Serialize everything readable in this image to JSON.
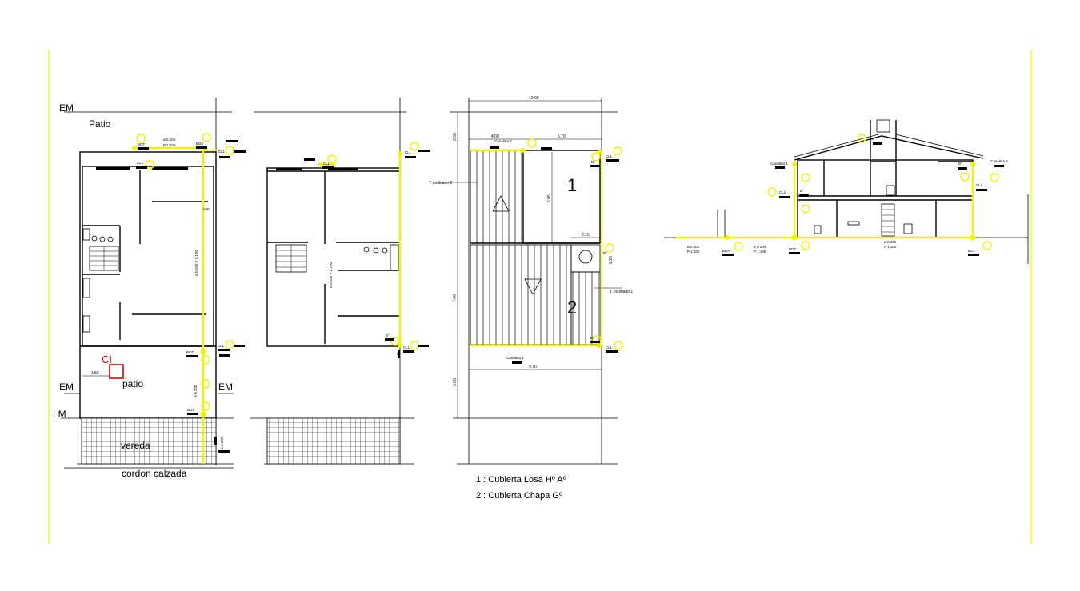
{
  "colors": {
    "pipe": "#f2f200",
    "walls": "#000000",
    "registro": "#e00000",
    "background": "#ffffff"
  },
  "plan1": {
    "em_top": "EM",
    "em_left": "EM",
    "em_right": "EM",
    "lm": "LM",
    "patio_top": "Patio",
    "patio_bottom": "patio",
    "ci": "CI",
    "ci_dim": "1.55",
    "vereda": "vereda",
    "cordon": "cordon calzada",
    "bot1": "BOT",
    "spec_top_a": "ø 0.100",
    "spec_top_b": "P 1:100",
    "bda1": "BDA",
    "cll1": "CLL",
    "cll2": "CLL",
    "dim_050": "0.50",
    "spec_mid": "ø 0.100  P 1:100",
    "bot2": "BOT",
    "cll3": "CLL",
    "spec_low": "ø 0.100",
    "bda2": "BDA",
    "spec_street": "ø 0.100"
  },
  "plan2": {
    "cll1": "CLL",
    "cll2": "CLL",
    "cll3": "CLL",
    "bt1": "B°",
    "bt2": "B°",
    "spec": "ø 0.100  P 1:100"
  },
  "roof": {
    "dim_total": "10.00",
    "dim_left": "4.00",
    "dim_right": "5.70",
    "canaleta2": "Canaleta 2",
    "canaleta1": "Canaleta 1",
    "t_inclinado_2": "T. inclinado 2",
    "t_inclinado_1": "T. inclinado 1",
    "zone1": "1",
    "zone2": "2",
    "dim_v_top": "3.00",
    "dim_v_mid": "6.05",
    "dim_v_low": "7.40",
    "dim_v_bot": "5.05",
    "dim_215": "2.15",
    "dim_220": "2.20",
    "dim_bottom": "9.70",
    "cll1": "CLL",
    "cll2": "CLL",
    "cll3": "CLL",
    "b1": "B°",
    "b2": "B°",
    "b3": "B°",
    "legend1": "1 : Cubierta Losa Hº Aº",
    "legend2": "2 : Cubierta Chapa Gº"
  },
  "section": {
    "canaleta1": "Canaleta 1",
    "canaleta2": "Canaleta 2",
    "cll_left": "CLL",
    "cll_right": "CLL",
    "b_top": "B°",
    "b_mid": "B°",
    "b_right": "B°",
    "spec1_a": "ø 0.100",
    "spec1_b": "P 1:100",
    "spec2_a": "ø 0.100",
    "spec2_b": "P 1:100",
    "spec3_a": "ø 0.100",
    "spec3_b": "P 1:100",
    "bda": "BDA",
    "bot1": "BOT",
    "bot2": "BOT"
  }
}
